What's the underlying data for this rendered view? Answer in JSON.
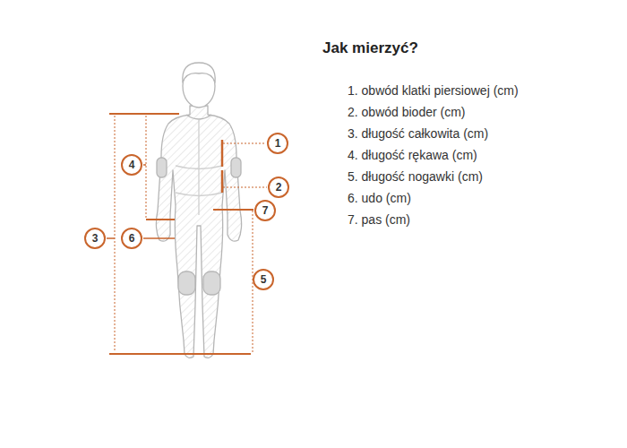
{
  "diagram": {
    "title": "Jak mierzyć?",
    "nodes": [
      {
        "text": [
          "1"
        ]
      },
      {
        "text": [
          "4"
        ]
      },
      {
        "text": [
          "2"
        ]
      },
      {
        "text": [
          "7"
        ]
      },
      {
        "text": [
          "3"
        ]
      },
      {
        "text": [
          "6"
        ]
      },
      {
        "text": [
          "5"
        ]
      }
    ],
    "labels": [
      "1. obwód klatki piersiowej (cm)",
      "2. obwód bioder (cm)",
      "3. długość całkowita (cm)",
      "4. długość rękawa (cm)",
      "5. długość nogawki (cm)",
      "6. udo (cm)",
      "7. pas (cm)"
    ]
  }
}
